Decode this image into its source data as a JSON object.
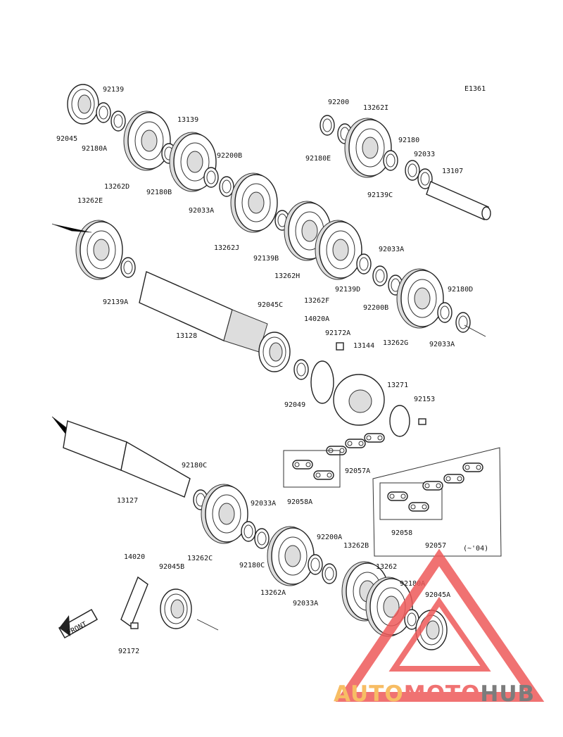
{
  "diagram": {
    "code": "E1361",
    "front_label": "FRONT",
    "model_note": "(~'04)",
    "watermark": {
      "part1": "AUTO",
      "part2": "MOTO",
      "part3": "HUB",
      "color1": "#f6b24a",
      "color2": "#ee5a5a",
      "color3": "#666666",
      "triangle_color": "#ee5a5a"
    },
    "parts": [
      "92139",
      "92045",
      "92180A",
      "13262D",
      "92180B",
      "13139",
      "92200B",
      "92033A",
      "13262J",
      "92139B",
      "13262H",
      "13262F",
      "92139D",
      "92033A",
      "92200B",
      "13262G",
      "92180D",
      "92033A",
      "92200",
      "13262I",
      "92180",
      "92033",
      "13107",
      "92180E",
      "92139C",
      "13262E",
      "92139A",
      "13128",
      "92045C",
      "14020A",
      "92172A",
      "13144",
      "92049",
      "13271",
      "92153",
      "92057A",
      "92058A",
      "92058",
      "92057",
      "13127",
      "92180C",
      "13262C",
      "92033A",
      "92180C",
      "92200A",
      "13262B",
      "13262",
      "13262A",
      "92033A",
      "92180A",
      "92045A",
      "14020",
      "92045B",
      "92172"
    ]
  }
}
